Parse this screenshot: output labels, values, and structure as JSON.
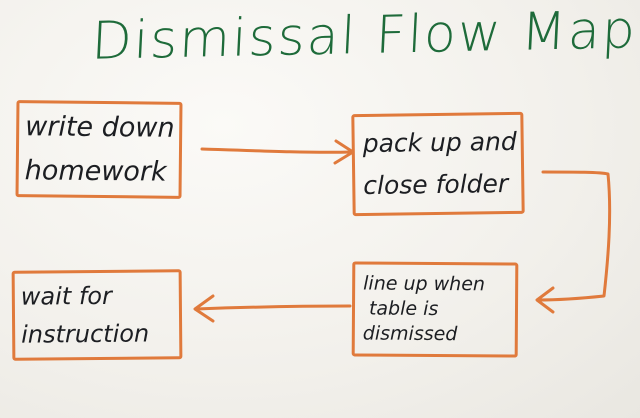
{
  "title": "Dismissal Flow Map",
  "steps": [
    {
      "id": "write",
      "lines": [
        "write down",
        "homework"
      ]
    },
    {
      "id": "pack",
      "lines": [
        "pack up and",
        "close folder"
      ]
    },
    {
      "id": "line",
      "lines": [
        "line up when",
        "table is",
        "dismissed"
      ]
    },
    {
      "id": "wait",
      "lines": [
        "wait for",
        "instruction"
      ]
    }
  ],
  "colors": {
    "title": "#1e6b3a",
    "box_border": "#e07a3c",
    "arrow": "#e07a3c",
    "text": "#1c1e22"
  }
}
